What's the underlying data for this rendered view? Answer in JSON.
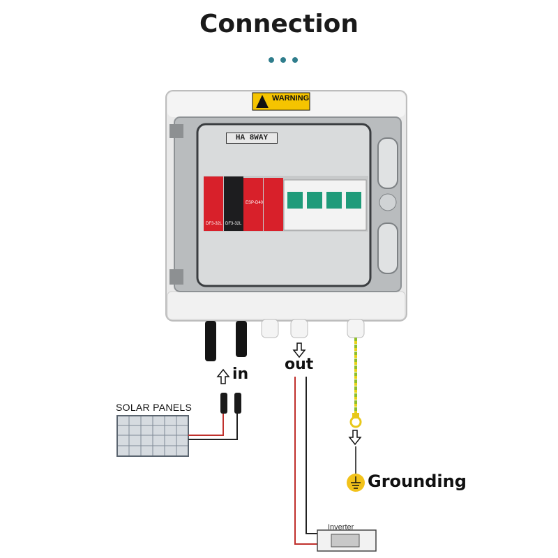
{
  "title": "Connection",
  "warning": "WARNING",
  "enclosure_model": "HA 8WAY",
  "device_labels": {
    "switch_1": "DF3-32L",
    "switch_2": "DF3-32L",
    "spd_brand": "ESP-D40"
  },
  "labels": {
    "input": "in",
    "output": "out",
    "grounding": "Grounding",
    "solar_panels": "SOLAR PANELS",
    "inverter": "Inverter"
  },
  "colors": {
    "title_dots": "#2f7d8c",
    "warning_yellow": "#f5c400",
    "spd_red": "#d8202a",
    "breaker_green": "#1f9b7a",
    "ground_wire": "#8fbf2a",
    "red_wire": "#c0302c",
    "ground_symbol": "#f2c21a"
  }
}
